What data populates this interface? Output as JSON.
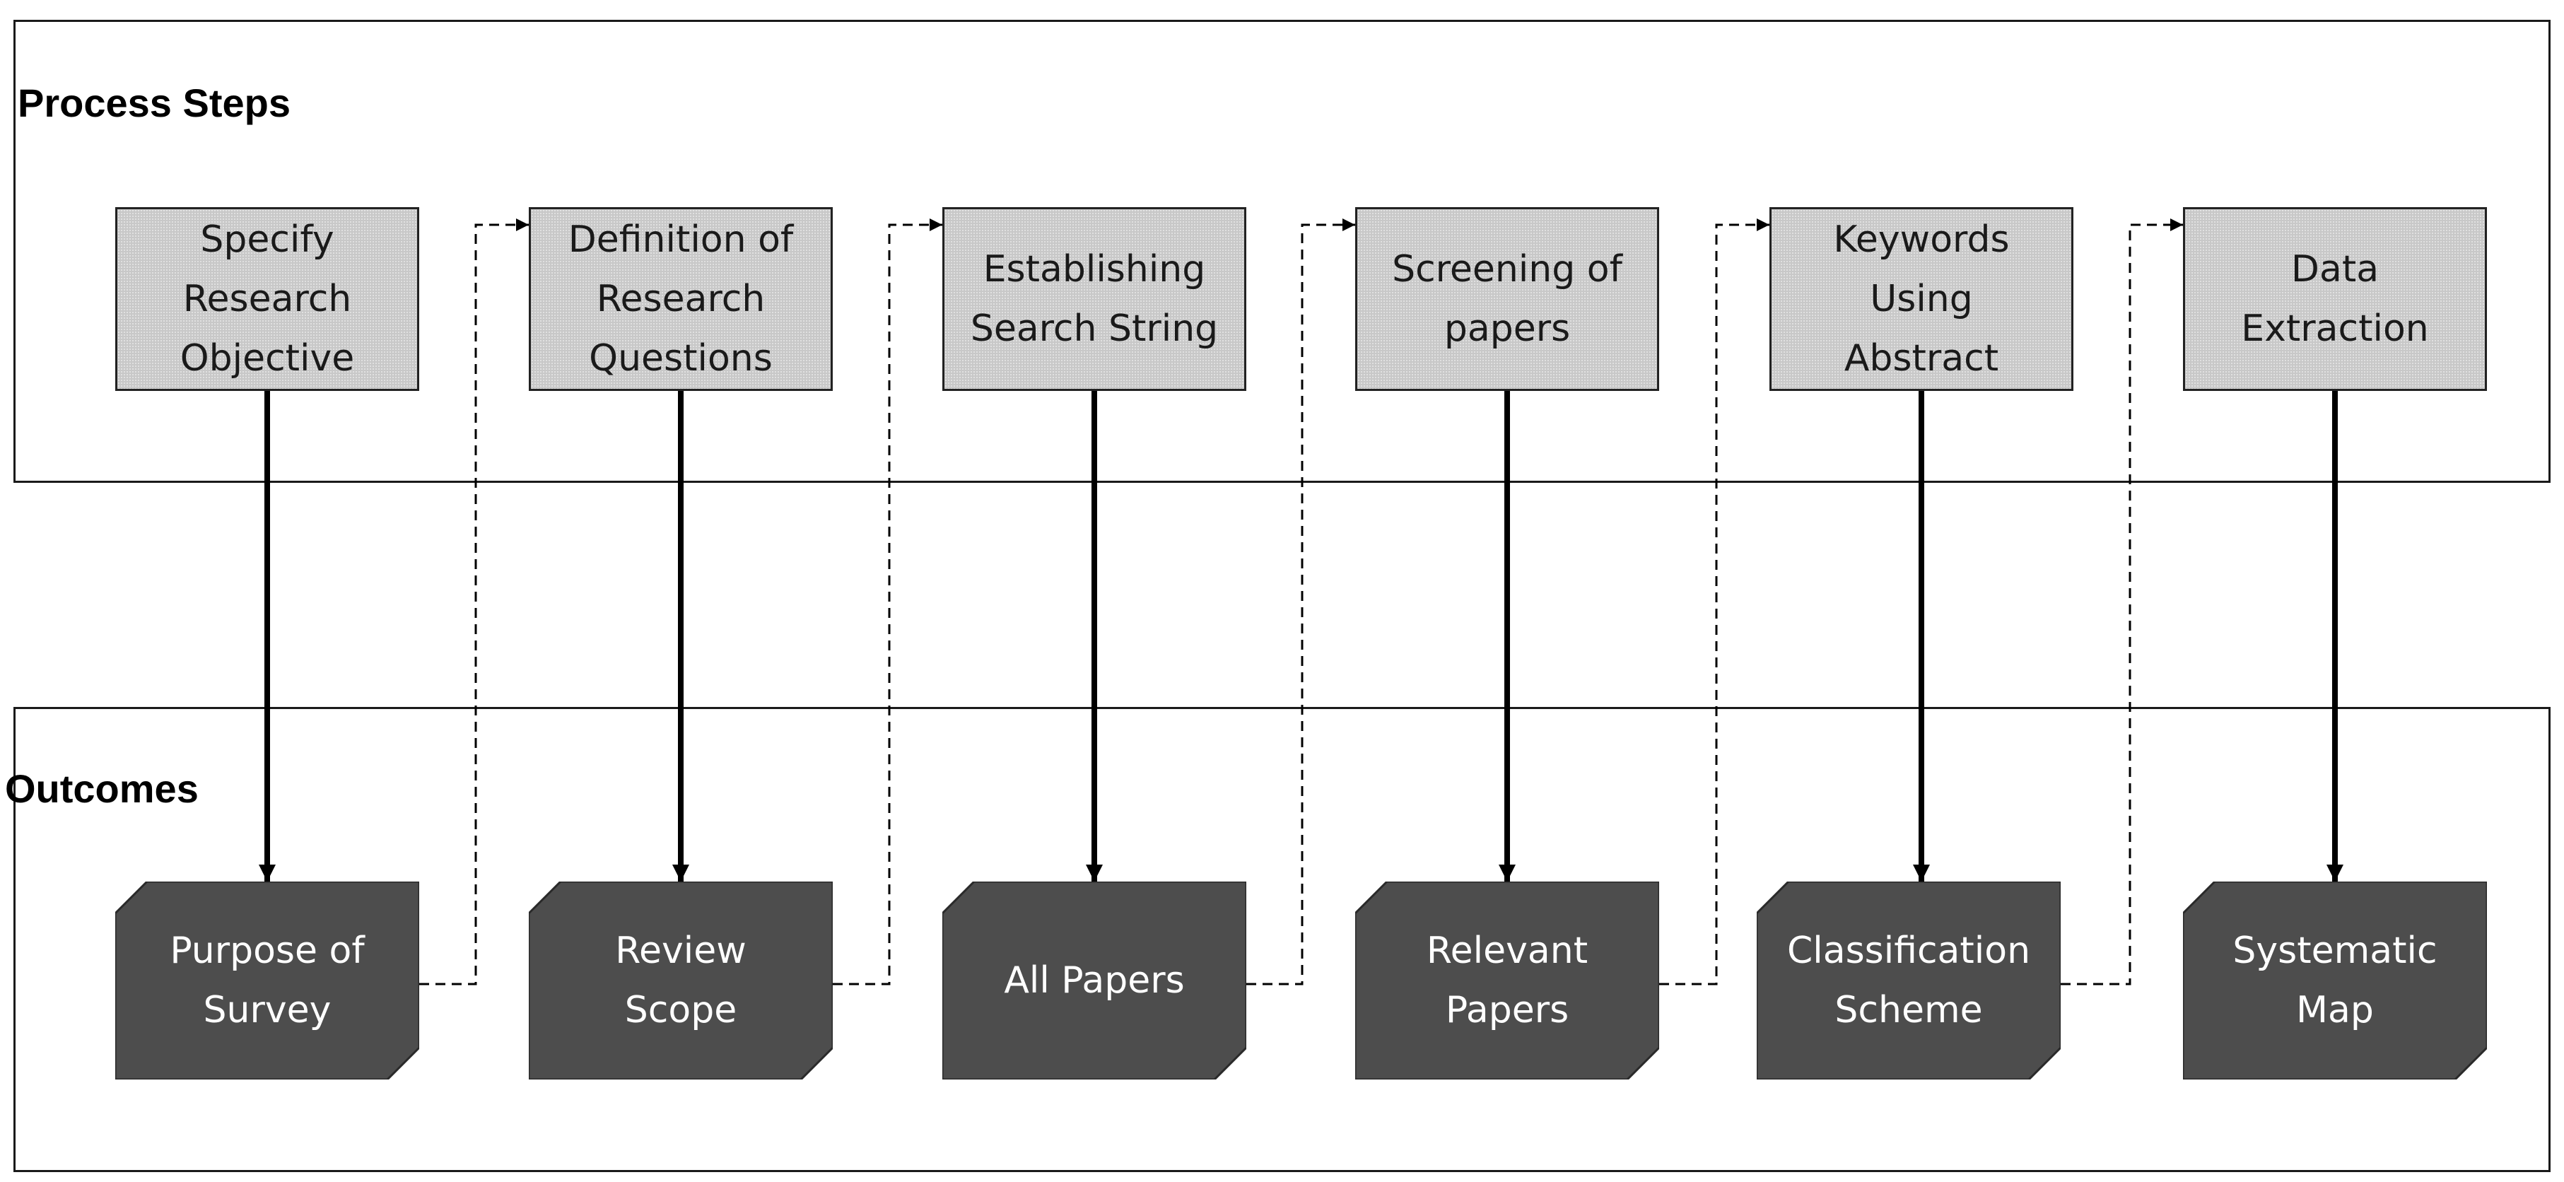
{
  "sections": {
    "process_title": "Process Steps",
    "outcomes_title": "Outcomes"
  },
  "steps": [
    {
      "label": "Specify\nResearch\nObjective"
    },
    {
      "label": "Definition of\nResearch\nQuestions"
    },
    {
      "label": "Establishing\nSearch String"
    },
    {
      "label": "Screening of\npapers"
    },
    {
      "label": "Keywords\nUsing\nAbstract"
    },
    {
      "label": "Data\nExtraction"
    }
  ],
  "outcomes": [
    {
      "label": "Purpose of\nSurvey"
    },
    {
      "label": "Review\nScope"
    },
    {
      "label": "All Papers"
    },
    {
      "label": "Relevant\nPapers"
    },
    {
      "label": "Classification\nScheme"
    },
    {
      "label": "Systematic\nMap"
    }
  ],
  "colors": {
    "step_fill": "#c8c8c8",
    "outcome_fill": "#4d4d4d",
    "line": "#000000",
    "border": "#1a1a1a"
  }
}
